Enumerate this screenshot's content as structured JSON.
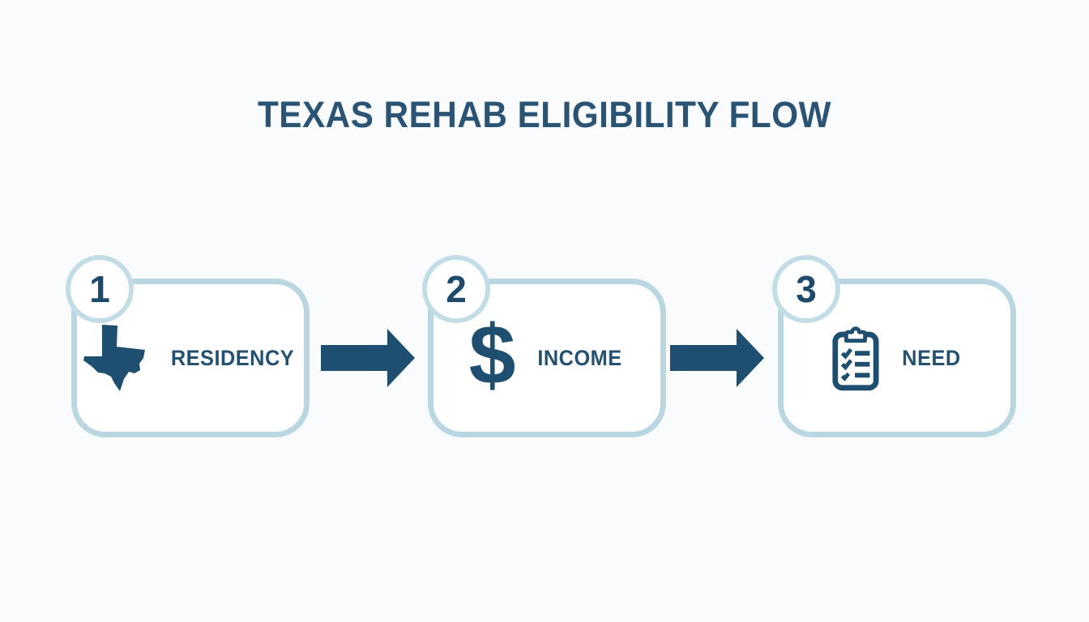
{
  "title": "TEXAS REHAB ELIGIBILITY FLOW",
  "steps": [
    {
      "number": "1",
      "label": "RESIDENCY",
      "icon": "texas-state-icon"
    },
    {
      "number": "2",
      "label": "INCOME",
      "icon": "dollar-sign-icon",
      "icon_glyph": "$"
    },
    {
      "number": "3",
      "label": "NEED",
      "icon": "checklist-clipboard-icon"
    }
  ],
  "connectors": [
    {
      "icon": "arrow-right-icon"
    },
    {
      "icon": "arrow-right-icon"
    }
  ],
  "colors": {
    "background": "#fafbfc",
    "box_border": "#b9d6e1",
    "badge_border": "#c3dde7",
    "box_fill": "#ffffff",
    "dark_blue": "#1f4f70",
    "title_color": "#2b5474"
  }
}
